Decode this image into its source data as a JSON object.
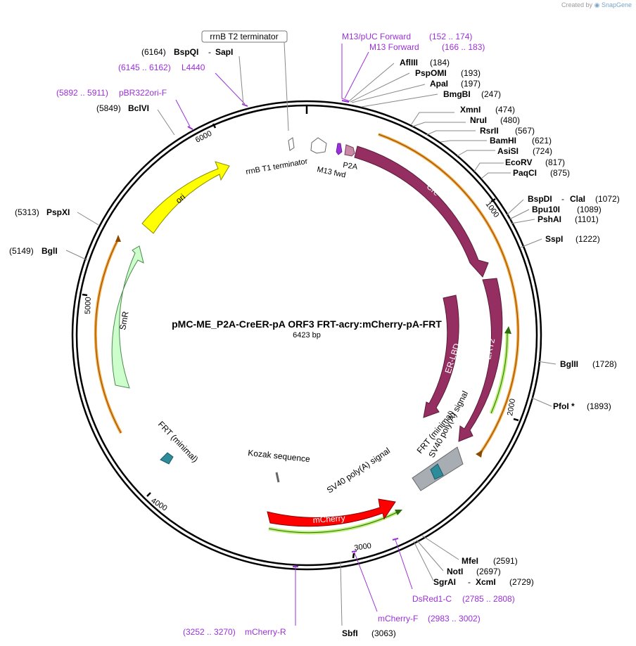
{
  "plasmid": {
    "name": "pMC-ME_P2A-CreER-pA ORF3 FRT-acry:mCherry-pA-FRT",
    "size_label": "6423 bp",
    "length": 6423
  },
  "credit": {
    "prefix": "Created by",
    "brand": "SnapGene"
  },
  "tick_labels": [
    "1000",
    "2000",
    "3000",
    "4000",
    "5000",
    "6000"
  ],
  "sites_right": [
    {
      "name": "AflIII",
      "pos": "(184)"
    },
    {
      "name": "PspOMI",
      "pos": "(193)"
    },
    {
      "name": "ApaI",
      "pos": "(197)"
    },
    {
      "name": "BmgBI",
      "pos": "(247)"
    },
    {
      "name": "XmnI",
      "pos": "(474)"
    },
    {
      "name": "NruI",
      "pos": "(480)"
    },
    {
      "name": "RsrII",
      "pos": "(567)"
    },
    {
      "name": "BamHI",
      "pos": "(621)"
    },
    {
      "name": "AsiSI",
      "pos": "(724)"
    },
    {
      "name": "EcoRV",
      "pos": "(817)"
    },
    {
      "name": "PaqCI",
      "pos": "(875)"
    },
    {
      "name": "BspDI",
      "name2": "ClaI",
      "pos": "(1072)"
    },
    {
      "name": "Bpu10I",
      "pos": "(1089)"
    },
    {
      "name": "PshAI",
      "pos": "(1101)"
    },
    {
      "name": "SspI",
      "pos": "(1222)"
    },
    {
      "name": "BglII",
      "pos": "(1728)"
    },
    {
      "name": "PfoI *",
      "pos": "(1893)"
    },
    {
      "name": "MfeI",
      "pos": "(2591)"
    },
    {
      "name": "NotI",
      "pos": "(2697)"
    },
    {
      "name": "SgrAI",
      "name2": "XcmI",
      "pos": "(2729)"
    },
    {
      "name": "SbfI",
      "pos": "(3063)"
    }
  ],
  "sites_left": [
    {
      "name": "BspQI",
      "name2": "SapI",
      "pos": "(6164)"
    },
    {
      "name": "BclVI",
      "pos": "(5849)"
    },
    {
      "name": "PspXI",
      "pos": "(5313)"
    },
    {
      "name": "BglI",
      "pos": "(5149)"
    }
  ],
  "primers": [
    {
      "name": "M13/pUC Forward",
      "range": "(152 .. 174)"
    },
    {
      "name": "M13 Forward",
      "range": "(166 .. 183)"
    },
    {
      "name": "L4440",
      "range": "(6145 .. 6162)"
    },
    {
      "name": "pBR322ori-F",
      "range": "(5892 .. 5911)"
    },
    {
      "name": "DsRed1-C",
      "range": "(2785 .. 2808)"
    },
    {
      "name": "mCherry-F",
      "range": "(2983 .. 3002)"
    },
    {
      "name": "mCherry-R",
      "range": "(3252 .. 3270)"
    }
  ],
  "features": {
    "rrnB_T2": "rrnB T2 terminator",
    "rrnB_T1": "rrnB T1 terminator",
    "m13_fwd": "M13 fwd",
    "p2a": "P2A",
    "cre": "Cre",
    "ert2": "ERT2",
    "er_lbd": "ER-LBD",
    "sv40_a": "SV40 poly(A) signal",
    "frt_a": "FRT (minimal)",
    "sv40_b": "SV40 poly(A) signal",
    "kozak": "Kozak sequence",
    "mcherry": "mCherry",
    "frt_b": "FRT (minimal)",
    "smr": "SmR",
    "ori": "ori"
  },
  "colors": {
    "cre": "#962f61",
    "ori": "#ffff00",
    "smr": "#ccffcc",
    "mcherry": "#ff0000",
    "frt": "#2e8b9a",
    "polyA": "#a8adb3",
    "primer": "#9b30d9",
    "orf": "#f2a33a",
    "orf_green": "#4a9e1a"
  }
}
